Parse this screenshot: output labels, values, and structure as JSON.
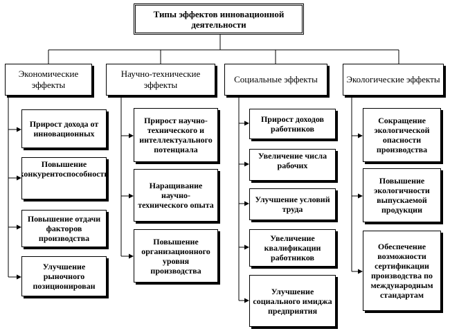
{
  "root": {
    "label": "Типы эффектов инновационной деятельности"
  },
  "categories": [
    {
      "label": "Экономические эффекты",
      "items": [
        "Прирост дохода от инновационных",
        "Повышение конкурентоспособности",
        "Повышение отдачи факторов производства",
        "Улучшение рыночного позиционирован"
      ]
    },
    {
      "label": "Научно-технические эффекты",
      "items": [
        "Прирост научно-технического и интеллектуального потенциала",
        "Наращивание научно-технического опыта",
        "Повышение организационного уровня производства"
      ]
    },
    {
      "label": "Социальные эффекты",
      "items": [
        "Прирост доходов работников",
        "Увеличение числа рабочих",
        "Улучшение условий труда",
        "Увеличение квалификации работников",
        "Улучшение социального имиджа предприятия"
      ]
    },
    {
      "label": "Экологические эффекты",
      "items": [
        "Сокращение экологической опасности производства",
        "Повышение экологичности выпускаемой продукции",
        "Обеспечение возможности сертификации производства по международным стандартам"
      ]
    }
  ]
}
